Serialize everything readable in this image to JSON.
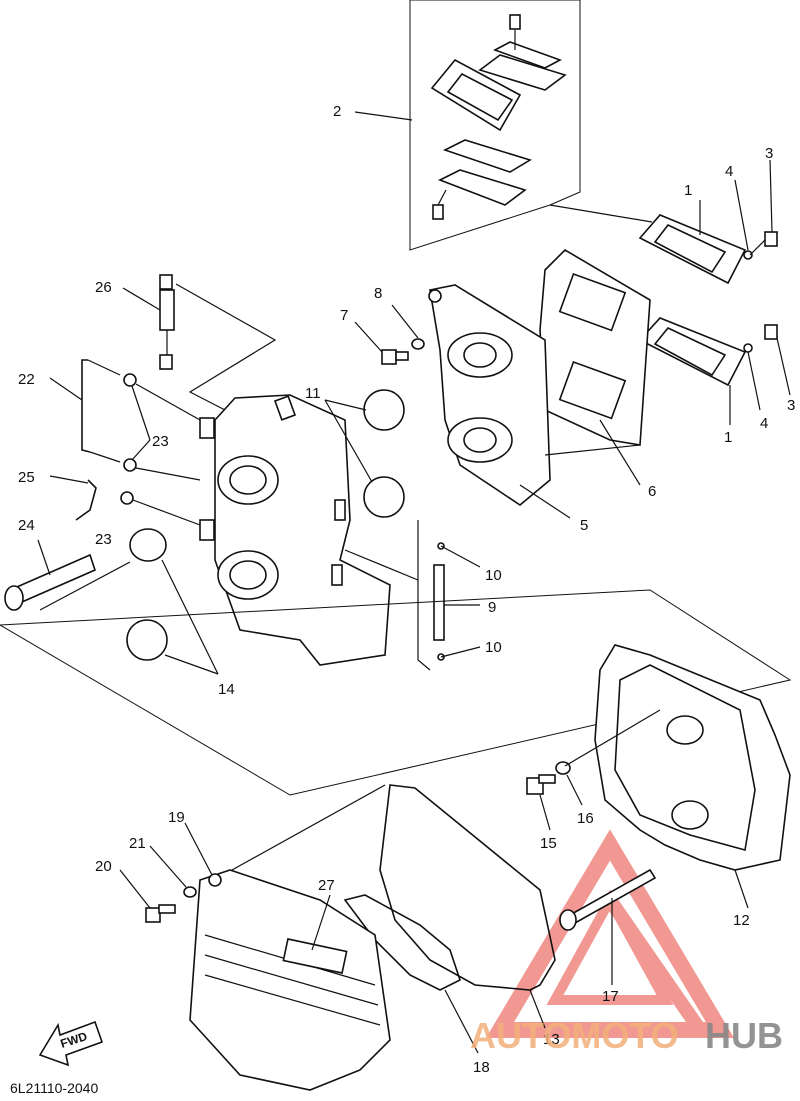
{
  "diagram_code": "6L21110-2040",
  "part_labels": {
    "p1a": "1",
    "p1b": "1",
    "p2": "2",
    "p3a": "3",
    "p3b": "3",
    "p4a": "4",
    "p4b": "4",
    "p5": "5",
    "p6": "6",
    "p7": "7",
    "p8": "8",
    "p9": "9",
    "p10a": "10",
    "p10b": "10",
    "p11": "11",
    "p12": "12",
    "p13": "13",
    "p14": "14",
    "p15": "15",
    "p16": "16",
    "p17": "17",
    "p18": "18",
    "p19": "19",
    "p20": "20",
    "p21": "21",
    "p22": "22",
    "p23a": "23",
    "p23b": "23",
    "p24": "24",
    "p25": "25",
    "p26": "26",
    "p27": "27"
  },
  "fwd_label": "FWD",
  "watermark": {
    "part1": "AUTOMOTO",
    "part2": "HUB",
    "accent": "#e8443a",
    "orange": "#f2b07a"
  }
}
